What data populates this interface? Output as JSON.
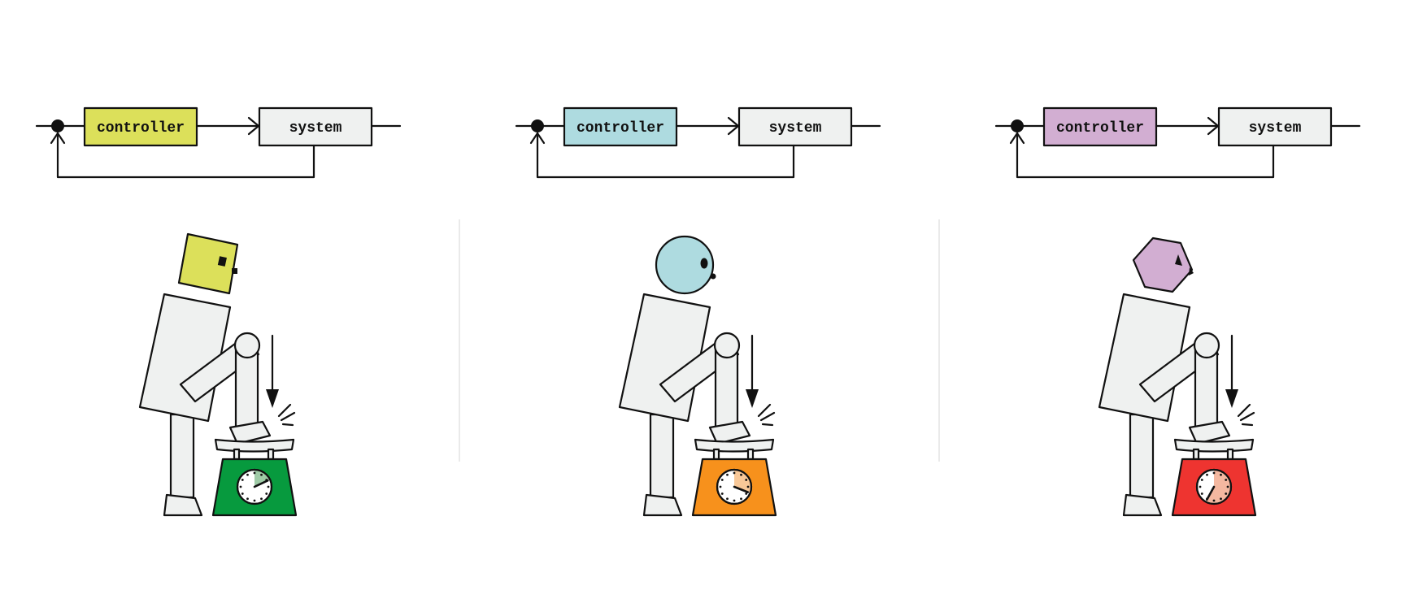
{
  "palette": {
    "ink": "#111111",
    "body_fill": "#eff1f0",
    "divider": "#e3e3e3",
    "dial_face": "#ffffff",
    "ground": "#ffffff"
  },
  "panels": [
    {
      "controller_label": "controller",
      "system_label": "system",
      "controller_color": "#dce05a",
      "head_shape": "square",
      "head_icon": "square-head-icon",
      "scale_color": "#079a3e",
      "scale_icon": "weighing-scale-icon",
      "dial_tint": "#7fb98a",
      "needle_reading": 0.18
    },
    {
      "controller_label": "controller",
      "system_label": "system",
      "controller_color": "#aedbe0",
      "head_shape": "circle",
      "head_icon": "round-head-icon",
      "scale_color": "#f7911c",
      "scale_icon": "weighing-scale-icon",
      "dial_tint": "#f5b675",
      "needle_reading": 0.31
    },
    {
      "controller_label": "controller",
      "system_label": "system",
      "controller_color": "#d2aed2",
      "head_shape": "hexagon",
      "head_icon": "hexagon-head-icon",
      "scale_color": "#ee3430",
      "scale_icon": "weighing-scale-icon",
      "dial_tint": "#f0a080",
      "needle_reading": 0.58
    }
  ]
}
